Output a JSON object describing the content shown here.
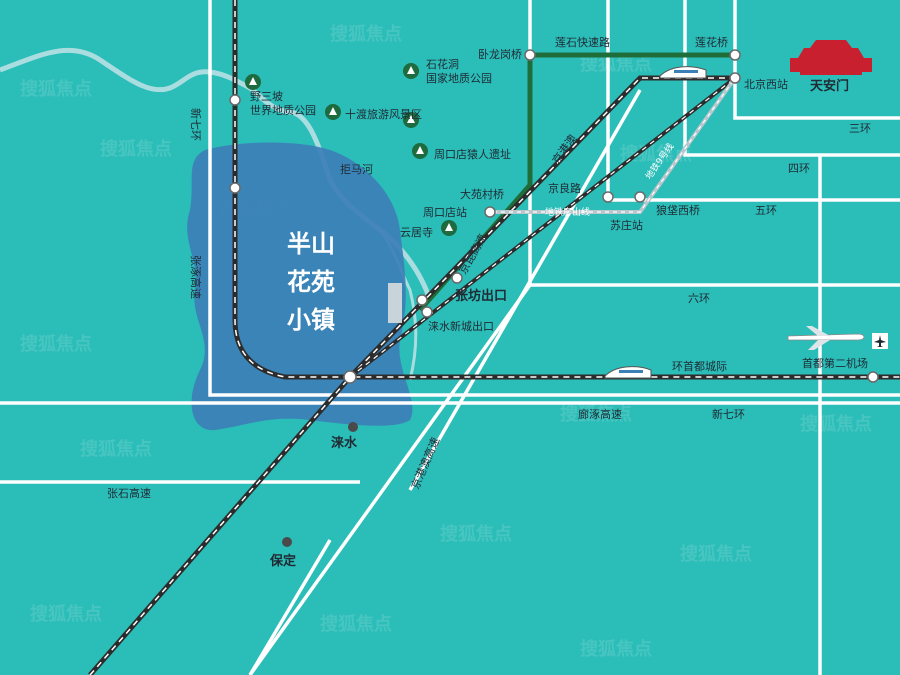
{
  "project": {
    "name_line1": "半山",
    "name_line2": "花苑",
    "name_line3": "小镇"
  },
  "landmark": {
    "name": "天安门",
    "color": "#c8202f",
    "icon": "tiananmen-gate-icon"
  },
  "roads": {
    "lianshi": "莲石快速路",
    "jinggang": "京港澳",
    "jingkun": "京昆高速",
    "jingkun2": "京港澳高速",
    "xinqi": "新七环",
    "xinqi2": "新七环",
    "zhangzhuo": "张涿高速",
    "zhangshi": "张石高速",
    "langzhuo": "廊涿高速",
    "jingliang": "京良路",
    "ring3": "三环",
    "ring4": "四环",
    "ring5": "五环",
    "ring6": "六环",
    "metro": "地铁房山线",
    "metro9": "地铁9号线",
    "intercity": "环首都城际",
    "jungma": "拒马河"
  },
  "places": {
    "wolonggang": "卧龙岗桥",
    "lianhua": "莲花桥",
    "beijingwest": "北京西站",
    "shihuadong1": "石花洞",
    "shihuadong2": "国家地质公园",
    "yesanpo1": "野三坡",
    "yesanpo2": "世界地质公园",
    "shidu": "十渡旅游风景区",
    "zhoukoudian": "周口店猿人遗址",
    "dayuancun": "大苑村桥",
    "zhoukoudianstation": "周口店站",
    "yunju": "云居寺",
    "suzhuang": "苏庄站",
    "langyuanxi": "狼垡西桥",
    "zhangfang": "张坊出口",
    "laishuixincheng": "涞水新城出口",
    "laishui": "涞水",
    "baoding": "保定",
    "airport": "首都第二机场"
  },
  "colors": {
    "sea": "#2bbdb8",
    "lake": "#3d7fb7",
    "road": "#ffffff",
    "highway_green": "#1f6e3a",
    "railway": "#2c2c2c",
    "park": "#1d6b3e"
  },
  "watermark": "搜狐焦点"
}
